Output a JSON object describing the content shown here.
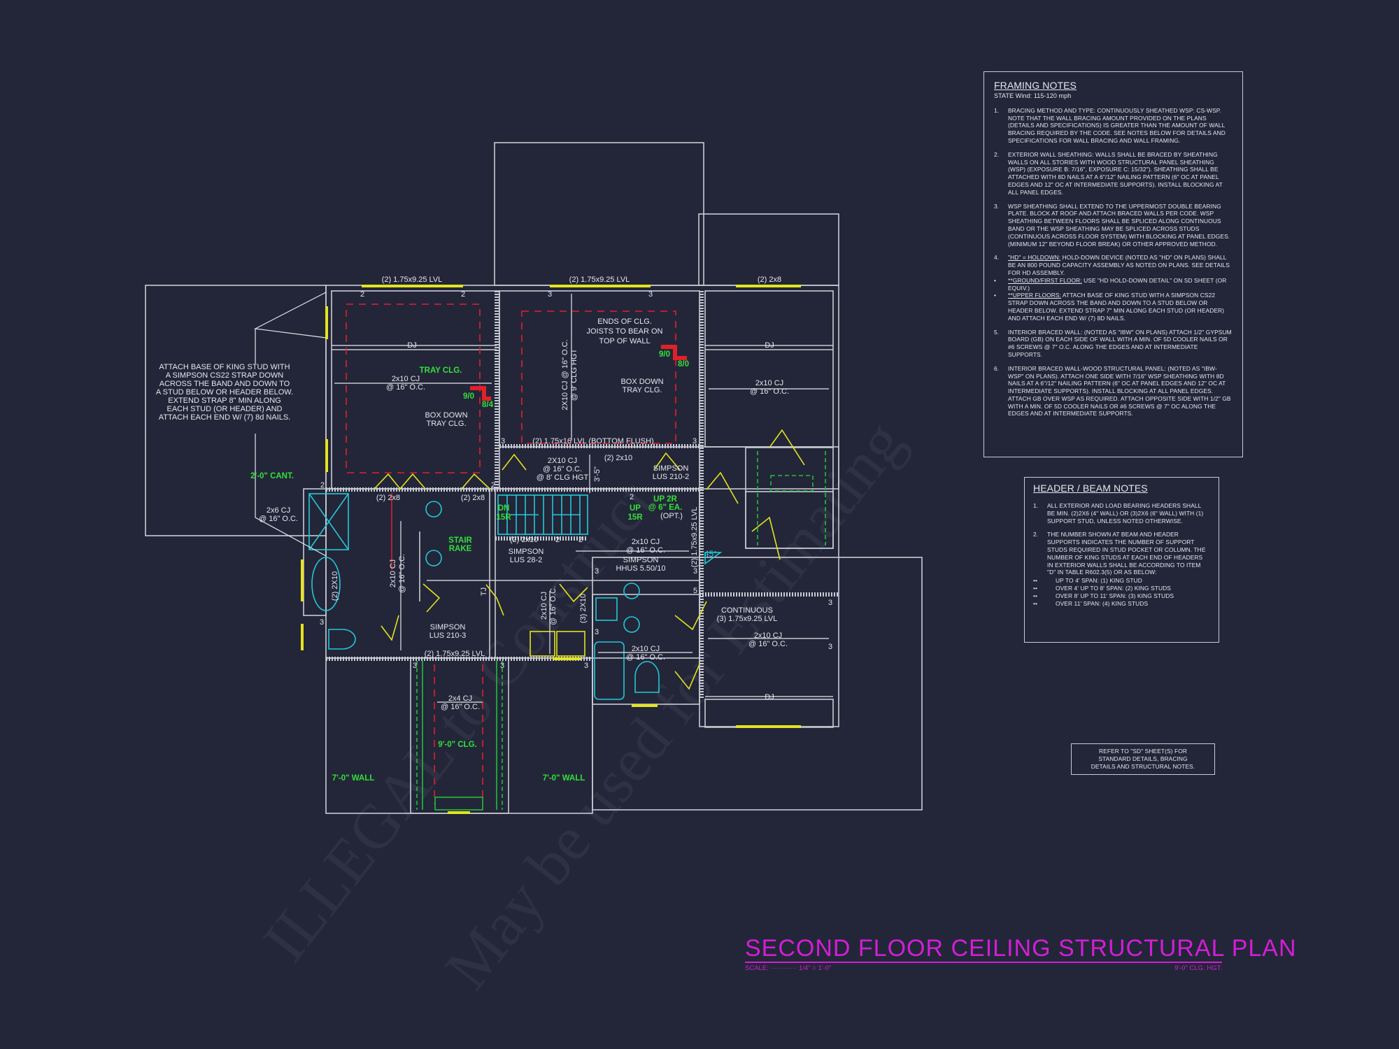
{
  "watermark": [
    "ILLEGAL to Construct",
    "May be used for Estimating"
  ],
  "colors": {
    "background": "#232638",
    "walls": "#c9cad4",
    "headers": "#e3e320",
    "tray_ceiling": "#e0202a",
    "callouts": "#32e03a",
    "fixtures": "#22c8d8",
    "title": "#d21ed6"
  },
  "title": {
    "text": "SECOND FLOOR CEILING STRUCTURAL PLAN",
    "scale_label": "SCALE:",
    "scale_dots": "············",
    "scale_value": "1/4\" = 1'-0\"",
    "ceiling_height": "9'-0\" CLG. HGT."
  },
  "refer_note": [
    "REFER TO \"SD\"  SHEET(S) FOR",
    "STANDARD DETAILS, BRACING",
    "DETAILS AND STRUCTURAL NOTES."
  ],
  "framing_notes": {
    "heading": "FRAMING NOTES",
    "subheading": "STATE Wind: 115-120 mph",
    "items": [
      {
        "n": "1.",
        "text": "BRACING METHOD AND TYPE: CONTINUOUSLY SHEATHED WSP: CS-WSP. NOTE THAT THE WALL BRACING AMOUNT PROVIDED ON THE PLANS (DETAILS AND SPECIFICATIONS) IS GREATER THAN THE AMOUNT OF WALL BRACING REQUIRED BY THE CODE. SEE NOTES BELOW FOR DETAILS AND SPECIFICATIONS FOR WALL BRACING AND WALL FRAMING."
      },
      {
        "n": "2.",
        "text": "EXTERIOR WALL SHEATHING: WALLS SHALL BE BRACED BY SHEATHING WALLS ON ALL STORIES WITH WOOD STRUCTURAL PANEL SHEATHING (WSP) (EXPOSURE B: 7/16\", EXPOSURE C: 15/32\"). SHEATHING SHALL BE ATTACHED WITH 8d NAILS AT A 6\"/12\" NAILING PATTERN (6\" OC AT PANEL EDGES AND 12\" OC AT INTERMEDIATE SUPPORTS). INSTALL BLOCKING AT ALL PANEL EDGES."
      },
      {
        "n": "3.",
        "text": "WSP SHEATHING SHALL EXTEND TO THE UPPERMOST DOUBLE BEARING PLATE. BLOCK AT ROOF AND ATTACH BRACED WALLS PER CODE. WSP SHEATHING BETWEEN FLOORS SHALL BE SPLICED ALONG CONTINUOUS BAND OR THE WSP SHEATHING MAY BE SPLICED ACROSS STUDS (CONTINUOUS ACROSS FLOOR SYSTEM) WITH BLOCKING AT PANEL EDGES. (MINIMUM 12\" BEYOND FLOOR BREAK) OR OTHER APPROVED METHOD."
      },
      {
        "n": "4.",
        "lead": "\"HD\" = HOLDOWN:",
        "text": " HOLD-DOWN DEVICE (NOTED AS \"HD\" ON PLANS) SHALL BE AN 800 POUND CAPACITY ASSEMBLY AS NOTED ON PLANS. SEE DETAILS FOR HD ASSEMBLY."
      },
      {
        "n": "•",
        "lead": "**GROUND/FIRST FLOOR:",
        "text": "  USE \"HD HOLD-DOWN DETAIL\" ON SD SHEET (OR EQUIV.)"
      },
      {
        "n": "•",
        "lead": "**UPPER FLOORS:",
        "text": " ATTACH BASE OF KING STUD WITH A SIMPSON CS22 STRAP DOWN ACROSS THE BAND AND DOWN TO A STUD BELOW OR HEADER BELOW.  EXTEND STRAP 7\" MIN ALONG EACH STUD (OR HEADER) AND ATTACH EACH END W/ (7) 8d NAILS."
      },
      {
        "n": "5.",
        "text": "INTERIOR BRACED WALL: (NOTED AS \"IBW\" ON PLANS) ATTACH 1/2\" GYPSUM BOARD (GB) ON EACH SIDE OF WALL WITH A MIN. OF 5d COOLER NAILS OR #6 SCREWS @ 7\" O.C. ALONG THE EDGES AND AT INTERMEDIATE SUPPORTS."
      },
      {
        "n": "6.",
        "text": "INTERIOR BRACED WALL-WOOD STRUCTURAL PANEL: (NOTED AS \"IBW-WSP\" ON PLANS). ATTACH ONE SIDE WITH 7/16\" WSP SHEATHING WITH 8d NAILS AT A 6\"/12\" NAILING PATTERN (6\" OC AT PANEL EDGES AND 12\" OC AT INTERMEDIATE SUPPORTS). INSTALL BLOCKING AT ALL PANEL EDGES. ATTACH GB OVER WSP AS REQUIRED. ATTACH OPPOSITE SIDE WITH 1/2\" GB WITH A MIN. OF 5d COOLER NAILS OR #6 SCREWS @ 7\" OC ALONG THE EDGES AND AT INTERMEDIATE SUPPORTS."
      }
    ]
  },
  "header_notes": {
    "heading": "HEADER / BEAM NOTES",
    "items": [
      {
        "n": "1.",
        "text": "ALL EXTERIOR AND LOAD BEARING HEADERS SHALL BE MIN. (2)2x6 (4\" WALL) OR (3)2x6 (6\" WALL) WITH (1) SUPPORT STUD, UNLESS NOTED OTHERWISE."
      },
      {
        "n": "2.",
        "text": "THE NUMBER SHOWN AT BEAM AND HEADER SUPPORTS INDICATES THE NUMBER OF SUPPORT STUDS REQUIRED IN STUD POCKET OR COLUMN. THE NUMBER OF KING STUDS AT EACH END OF HEADERS IN EXTERIOR WALLS SHALL BE ACCORDING TO ITEM \"d\" IN TABLE R602.3(5) OR AS BELOW:"
      }
    ],
    "bullets": [
      "UP TO 4' SPAN: (1) KING STUD",
      "OVER 4' UP TO 8' SPAN: (2) KING STUDS",
      "OVER 8' UP TO 11' SPAN: (3) KING STUDS",
      "OVER 11' SPAN: (4) KING STUDS"
    ],
    "bullet_mark": "••"
  },
  "plan": {
    "strap_note": [
      "ATTACH BASE OF KING STUD WITH",
      "A SIMPSON CS22 STRAP DOWN",
      "ACROSS THE BAND AND DOWN TO",
      "A STUD BELOW OR HEADER BELOW.",
      "EXTEND STRAP 8\" MIN ALONG",
      "EACH STUD (OR HEADER) AND",
      "ATTACH EACH END W/ (7) 8d NAILS."
    ],
    "lvl_top_left": "(2) 1.75x9.25 LVL",
    "lvl_top_mid": "(2) 1.75x9.25 LVL",
    "hdr_top_right": "(2) 2x8",
    "dj": "DJ",
    "tray_clg": "TRAY CLG.",
    "cj_2x10_a": "2x10 CJ",
    "oc16": "@ 16\" O.C.",
    "tray_left_a": "9/0",
    "tray_left_b": "8/4",
    "box_down_1": "BOX DOWN",
    "box_down_2": "TRAY CLG.",
    "cant": "2'-0\" CANT.",
    "cj_2x6": "2x6 CJ",
    "ends_note": [
      "ENDS OF CLG.",
      "JOISTS TO BEAR ON",
      "TOP OF WALL"
    ],
    "mid_cj_vert": "2X10 CJ @ 16\" O.C.",
    "mid_cj_vert2": "@ 9' CLG HGT",
    "tray_mid_a": "9/0",
    "tray_mid_b": "8/0",
    "lvl_bottom_flush": "(2) 1.75x16 LVL (BOTTOM FLUSH)",
    "cj_8clg": [
      "2X10 CJ",
      "@ 16\" O.C.",
      "@ 8' CLG HGT"
    ],
    "dim_3_5": "3'-5\"",
    "hdr_2x10": "(2) 2x10",
    "lus_210_2": [
      "SIMPSON",
      "LUS 210-2"
    ],
    "up_2r": [
      "UP 2R",
      "@ 6\" EA.",
      "(OPT.)"
    ],
    "up_15r": [
      "UP",
      "15R"
    ],
    "dn_15r": [
      "DN",
      "15R"
    ],
    "lvl_vert_right": "(2) 1.75x9.25 LVL",
    "hdr_2x8_a": "(2) 2x8",
    "hdr_2x8_b": "(2) 2x8",
    "hdr_2x10_vert": "(2) 2X10",
    "stair_rake": [
      "STAIR",
      "RAKE"
    ],
    "hdr_2x10_b": "(2) 2x10",
    "lus_28_2": [
      "SIMPSON",
      "LUS 28-2"
    ],
    "tj": "TJ",
    "hdr_3x2x10": "(3) 2X10",
    "hhus": [
      "SIMPSON",
      "HHUS 5.50/10"
    ],
    "angle": "45°",
    "continuous": [
      "CONTINUOUS",
      "(3) 1.75x9.25 LVL"
    ],
    "lus_210_3": [
      "SIMPSON",
      "LUS 210-3"
    ],
    "lvl_lower": "(2) 1.75x9.25 LVL",
    "cj_2x4": "2x4 CJ",
    "clg_9": "9'-0\" CLG.",
    "wall_7": "7'-0\" WALL",
    "support_numbers": [
      "2",
      "2",
      "3",
      "3",
      "3",
      "3",
      "2",
      "2",
      "2",
      "2",
      "2",
      "3",
      "3",
      "3",
      "5",
      "3",
      "3",
      "3",
      "3",
      "3",
      "3"
    ]
  }
}
